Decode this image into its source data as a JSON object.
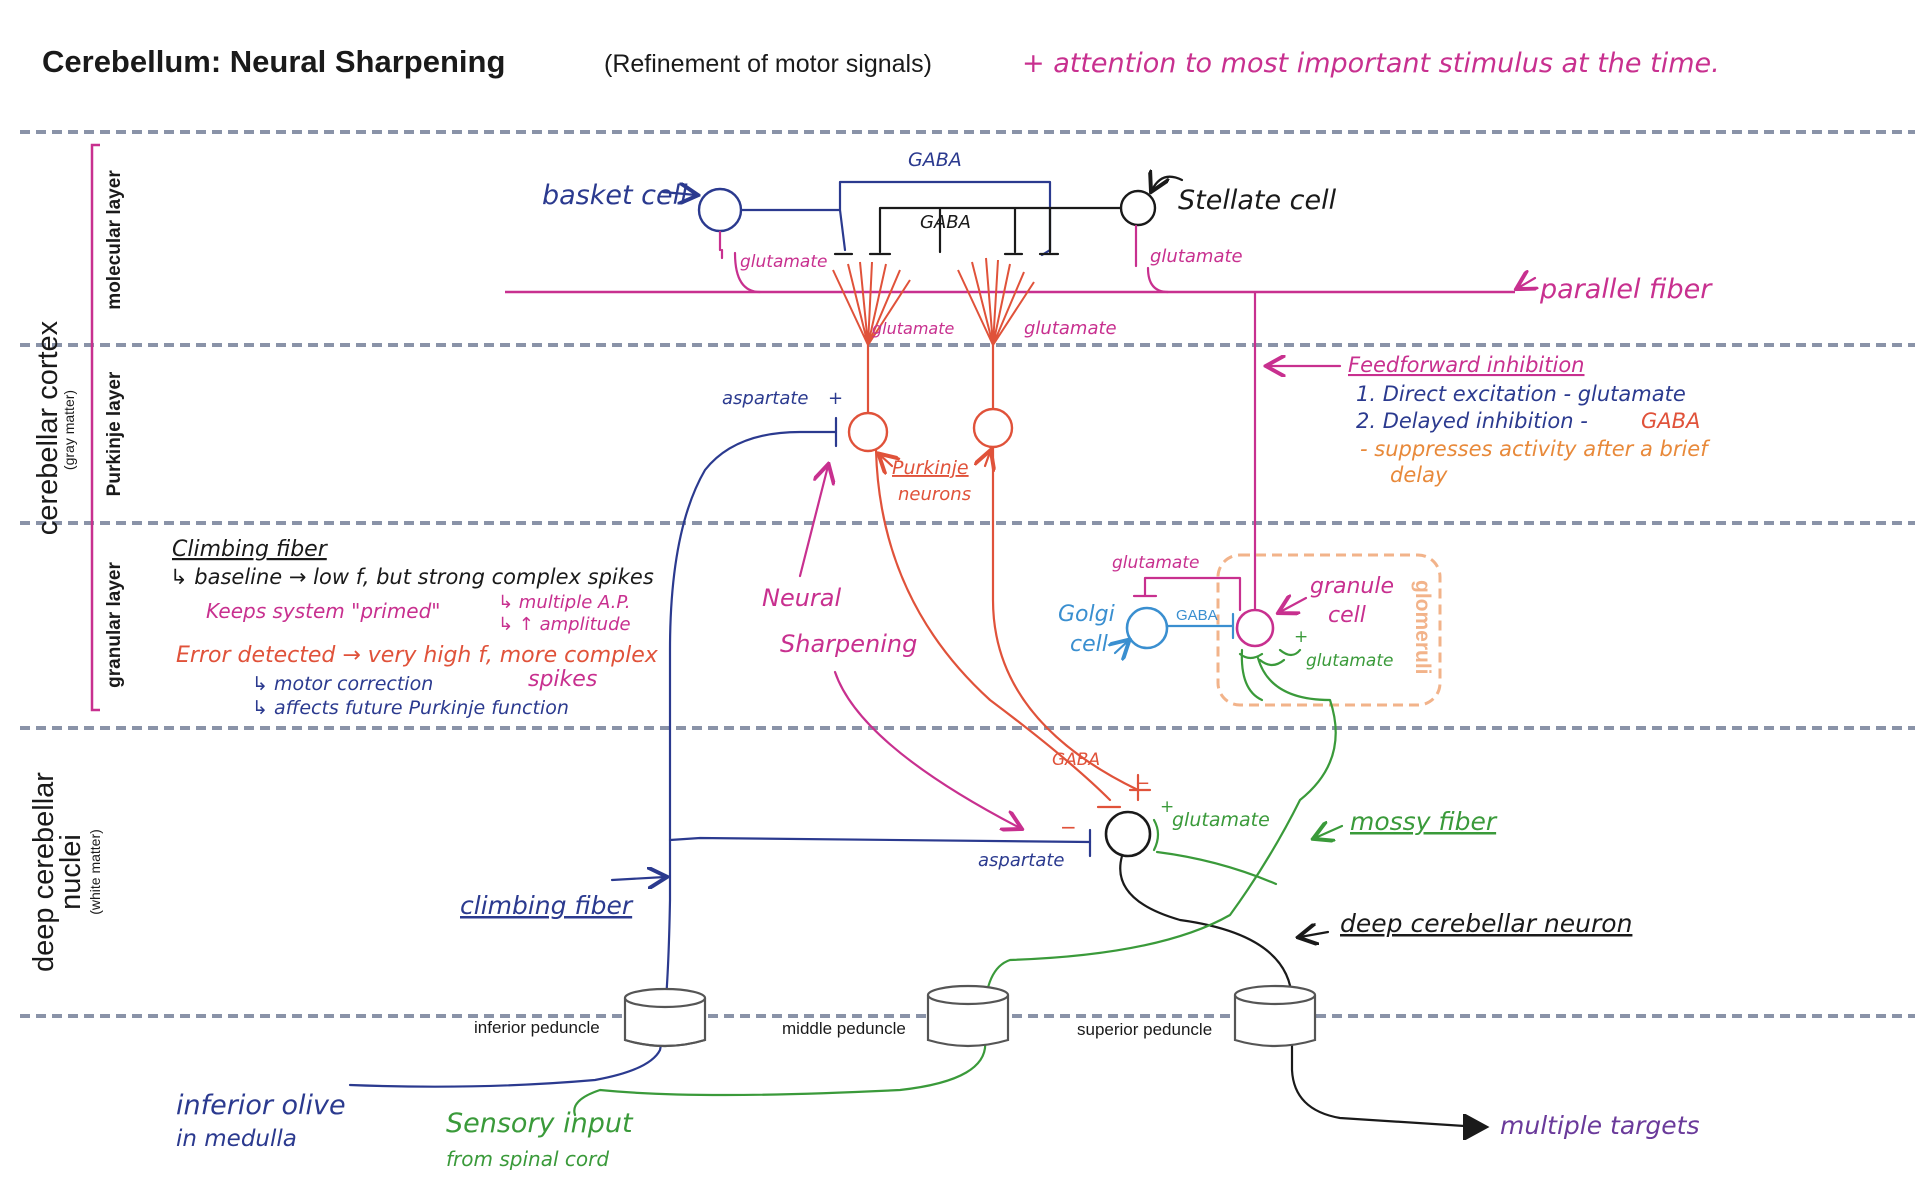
{
  "title": {
    "main": "Cerebellum: Neural Sharpening",
    "sub": "(Refinement of motor signals)",
    "note": "+ attention to most important stimulus at the time."
  },
  "regions": {
    "cortex": "cerebellar cortex",
    "cortex_sub": "(gray matter)",
    "molecular": "molecular layer",
    "purkinje": "Purkinje layer",
    "granular": "granular layer",
    "deep_line1": "deep cerebellar",
    "deep_line2": "nuclei",
    "deep_sub": "(white matter)"
  },
  "labels": {
    "basket_cell": "basket cell",
    "stellate_cell": "Stellate cell",
    "gaba_top": "GABA",
    "gaba_mid": "GABA",
    "glutamate_basket": "glutamate",
    "glutamate_stellate": "glutamate",
    "glutamate_p1": "glutamate",
    "glutamate_p2": "glutamate",
    "parallel_fiber": "parallel fiber",
    "aspartate_top": "aspartate",
    "purkinje_line1": "Purkinje",
    "purkinje_line2": "neurons",
    "feedforward_title": "Feedforward inhibition",
    "ff1": "1. Direct excitation - glutamate",
    "ff2_a": "2. Delayed inhibition -",
    "ff2_b": "GABA",
    "ff3_line1": "- suppresses activity after a brief",
    "ff3_line2": "delay",
    "glutamate_golgi": "glutamate",
    "golgi_line1": "Golgi",
    "golgi_line2": "cell",
    "gaba_golgi": "GABA",
    "granule_line1": "granule",
    "granule_line2": "cell",
    "glomeruli": "glomeruli",
    "glutamate_granule": "glutamate",
    "climbing_title": "Climbing fiber",
    "climbing_l1": "↳ baseline → low f, but strong complex spikes",
    "climbing_l2": "↳ multiple A.P.",
    "climbing_l3": "↳ ↑ amplitude",
    "climbing_l4": "Keeps system \"primed\"",
    "error_l1": "Error detected → very high f, more complex",
    "error_l2": "spikes",
    "error_l3": "↳ motor correction",
    "error_l4": "↳ affects future Purkinje function",
    "neural_line1": "Neural",
    "neural_line2": "Sharpening",
    "gaba_deep": "GABA",
    "glutamate_deep": "glutamate",
    "aspartate_deep": "aspartate",
    "mossy_fiber": "mossy fiber",
    "climbing_fiber": "climbing fiber",
    "deep_neuron": "deep cerebellar neuron",
    "inferior_peduncle": "inferior peduncle",
    "middle_peduncle": "middle peduncle",
    "superior_peduncle": "superior peduncle",
    "inferior_olive_1": "inferior olive",
    "inferior_olive_2": "in medulla",
    "sensory_1": "Sensory input",
    "sensory_2": "from spinal cord",
    "multiple_targets": "multiple targets"
  },
  "colors": {
    "navy": "#2b3a8f",
    "magenta": "#c8308f",
    "red": "#e0523a",
    "green": "#3a9a3a",
    "black": "#1a1a1a",
    "orange": "#e8893a",
    "purple": "#6a3a9a",
    "lightblue": "#3a8fd0",
    "divider": "#8a93a8",
    "glomeruli": "#f2b38a"
  }
}
